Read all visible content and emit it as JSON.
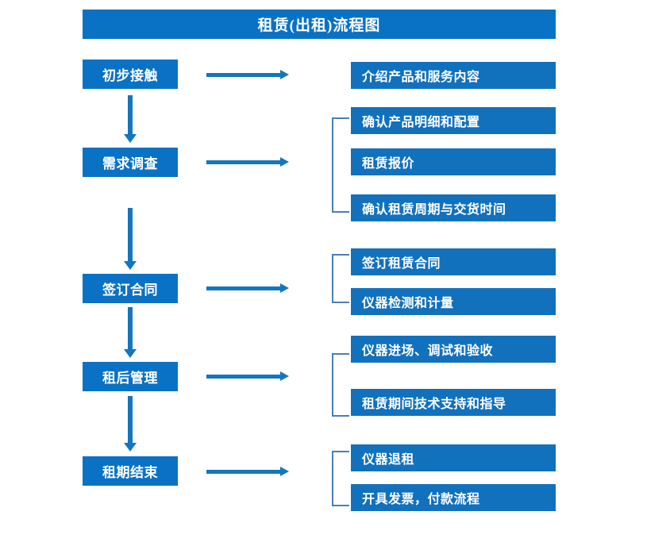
{
  "title": "租赁(出租)流程图",
  "theme": {
    "banner_color": "#0A72C4",
    "stage_box_color": "#0A72C4",
    "detail_box_color": "#1271BD",
    "arrow_color": "#1476BE",
    "bracket_color": "#4A7EBB",
    "text_color": "#FFFFFF",
    "background": "#FFFFFF"
  },
  "stages": [
    {
      "label": "初步接触"
    },
    {
      "label": "需求调查"
    },
    {
      "label": "签订合同"
    },
    {
      "label": "租后管理"
    },
    {
      "label": "租期结束"
    }
  ],
  "details": [
    {
      "label": "介绍产品和服务内容"
    },
    {
      "label": "确认产品明细和配置"
    },
    {
      "label": "租赁报价"
    },
    {
      "label": "确认租赁周期与交货时间"
    },
    {
      "label": "签订租赁合同"
    },
    {
      "label": "仪器检测和计量"
    },
    {
      "label": "仪器进场、调试和验收"
    },
    {
      "label": "租赁期间技术支持和指导"
    },
    {
      "label": "仪器退租"
    },
    {
      "label": "开具发票，付款流程"
    }
  ],
  "connectors": {
    "stage_to_detail_arrow": "right-arrow-icon",
    "stage_to_stage_arrow": "down-arrow-icon",
    "group_bracket": "group-bracket-icon"
  }
}
